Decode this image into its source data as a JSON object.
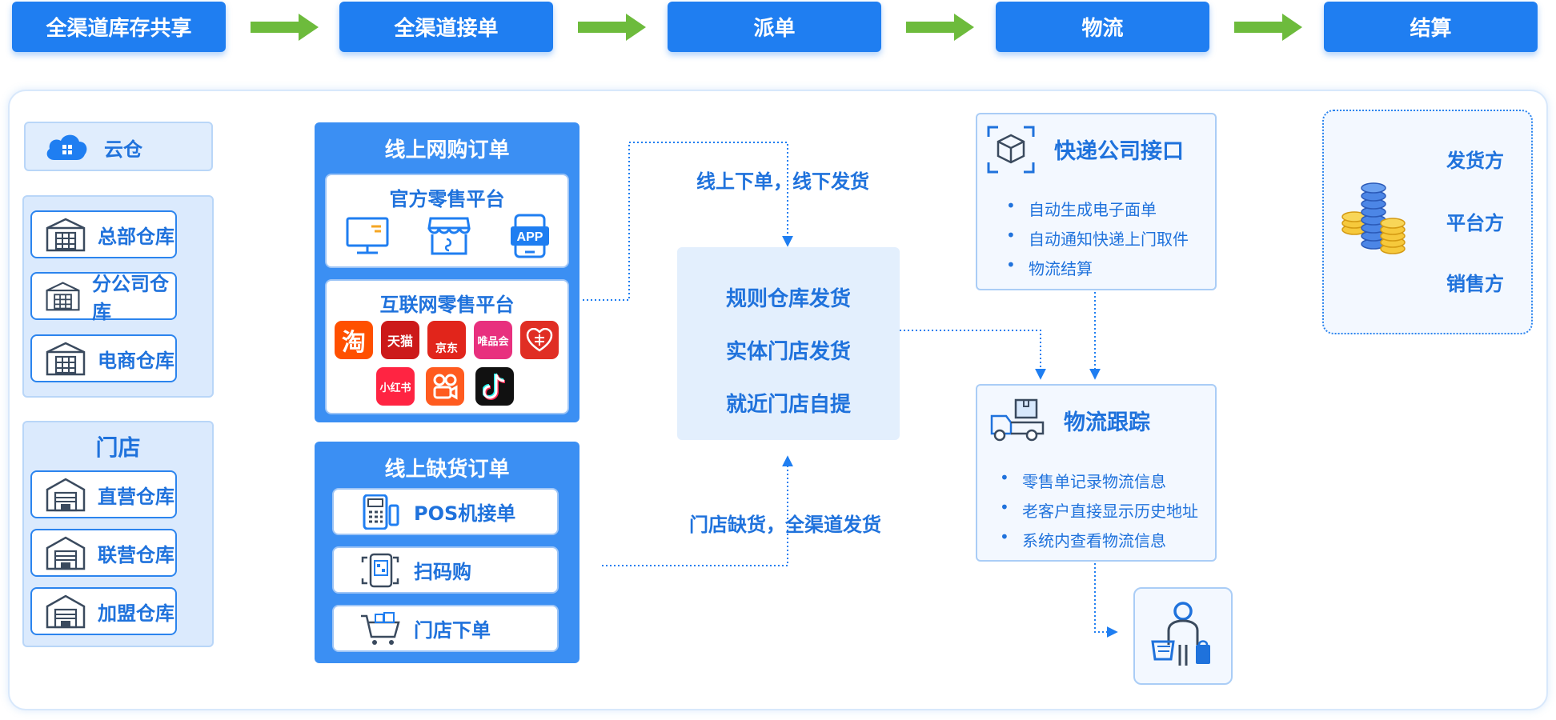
{
  "steps": [
    "全渠道库存共享",
    "全渠道接单",
    "派单",
    "物流",
    "结算"
  ],
  "cloud_warehouse": {
    "icon": "cloud-icon",
    "label": "云仓"
  },
  "warehouses": [
    {
      "icon": "warehouse-icon",
      "label": "总部仓库"
    },
    {
      "icon": "warehouse-icon",
      "label": "分公司仓库"
    },
    {
      "icon": "warehouse-icon",
      "label": "电商仓库"
    }
  ],
  "stores": {
    "title": "门店",
    "items": [
      {
        "icon": "store-garage-icon",
        "label": "直营仓库"
      },
      {
        "icon": "store-garage-icon",
        "label": "联营仓库"
      },
      {
        "icon": "store-garage-icon",
        "label": "加盟仓库"
      }
    ]
  },
  "online_orders": {
    "title": "线上网购订单",
    "official": {
      "title": "官方零售平台",
      "icons": [
        "desktop-icon",
        "mini-store-icon",
        "app-icon"
      ],
      "app_text": "APP"
    },
    "internet": {
      "title": "互联网零售平台",
      "logos": [
        {
          "name": "taobao",
          "text": "淘",
          "color": "#ff5000"
        },
        {
          "name": "tmall",
          "text": "天猫",
          "color": "#cc1a1a"
        },
        {
          "name": "jd",
          "text": "京东",
          "color": "#e1251b"
        },
        {
          "name": "vip",
          "text": "唯品会",
          "color": "#e8307e"
        },
        {
          "name": "pinduoduo",
          "text": "",
          "color": "#e02e24"
        },
        {
          "name": "xiaohongshu",
          "text": "小红书",
          "color": "#ff2442"
        },
        {
          "name": "kuaishou",
          "text": "",
          "color": "#ff5b1f"
        },
        {
          "name": "douyin",
          "text": "",
          "color": "#111111"
        }
      ]
    }
  },
  "shortage_orders": {
    "title": "线上缺货订单",
    "items": [
      {
        "icon": "pos-terminal-icon",
        "label": "POS机接单"
      },
      {
        "icon": "scan-code-icon",
        "label": "扫码购"
      },
      {
        "icon": "shopping-cart-icon",
        "label": "门店下单"
      }
    ]
  },
  "flow_labels": {
    "top": "线上下单，线下发货",
    "bottom": "门店缺货，全渠道发货"
  },
  "dispatch": [
    "规则仓库发货",
    "实体门店发货",
    "就近门店自提"
  ],
  "express": {
    "icon": "parcel-scan-icon",
    "title": "快递公司接口",
    "items": [
      "自动生成电子面单",
      "自动通知快递上门取件",
      "物流结算"
    ]
  },
  "tracking": {
    "icon": "delivery-truck-icon",
    "title": "物流跟踪",
    "items": [
      "零售单记录物流信息",
      "老客户直接显示历史地址",
      "系统内查看物流信息"
    ]
  },
  "customer": {
    "icon": "shopper-icon"
  },
  "settlement": {
    "icon": "coins-icon",
    "parties": [
      "发货方",
      "平台方",
      "销售方"
    ]
  },
  "colors": {
    "primary": "#1f7ef1",
    "text_blue": "#1f72dc",
    "arrow_green": "#6dbb3c",
    "box_blue": "#3b8ff3",
    "light_bg": "#dbeafd"
  }
}
